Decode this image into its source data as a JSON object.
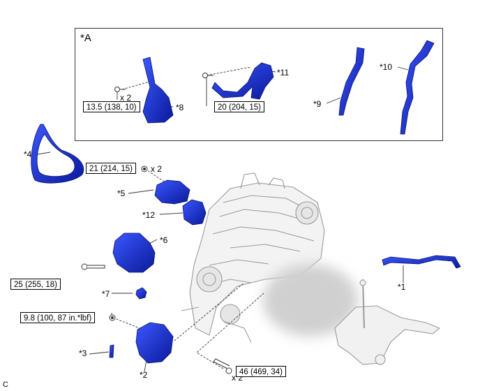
{
  "inset": {
    "label": "*A"
  },
  "callouts": {
    "c1": "*1",
    "c2": "*2",
    "c3": "*3",
    "c4": "*4",
    "c5": "*5",
    "c6": "*6",
    "c7": "*7",
    "c8": "*8",
    "c9": "*9",
    "c10": "*10",
    "c11": "*11",
    "c12": "*12"
  },
  "torques": {
    "t1": "13.5 (138, 10)",
    "t2": "20 (204, 15)",
    "t3": "21 (214, 15)",
    "t4": "25 (255, 18)",
    "t5": "9.8 (100, 87 in.*lbf)",
    "t6": "46 (469, 34)"
  },
  "quantities": {
    "q1": "x 2",
    "q2": "x 2",
    "q3": "x 2"
  },
  "corner_mark": "C",
  "colors": {
    "part": "#1a2fd6",
    "part_dark": "#0a1890",
    "engine": "#c8c8c8",
    "blur": "#d6d6d6"
  }
}
